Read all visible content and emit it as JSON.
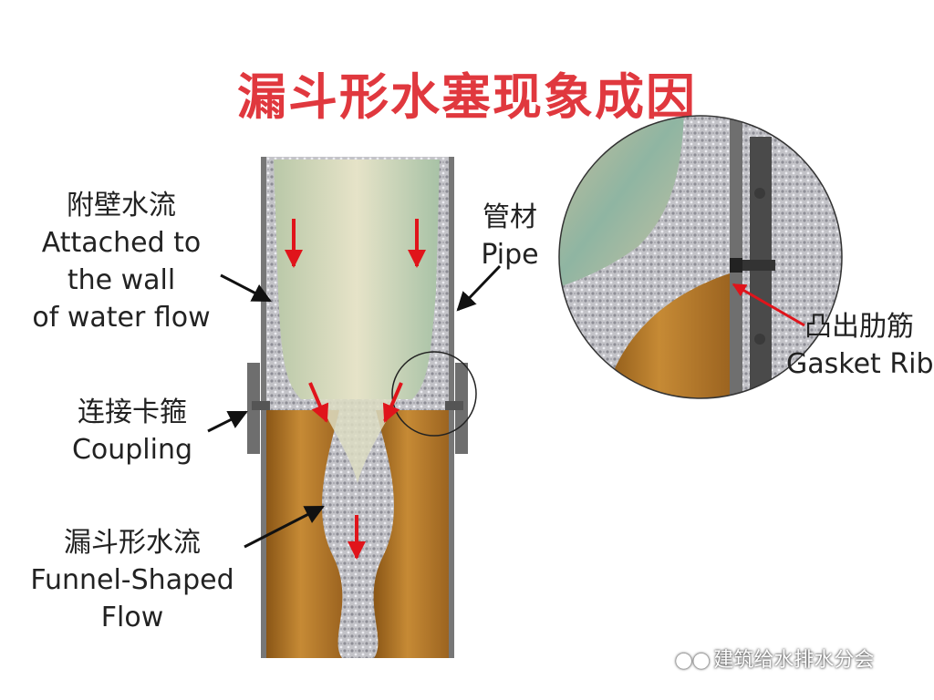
{
  "title": "漏斗形水塞现象成因",
  "labels": {
    "attached": {
      "zh": "附壁水流",
      "en1": "Attached to",
      "en2": "the wall",
      "en3": "of water flow"
    },
    "pipe": {
      "zh": "管材",
      "en": "Pipe"
    },
    "coupling": {
      "zh": "连接卡箍",
      "en": "Coupling"
    },
    "funnel": {
      "zh": "漏斗形水流",
      "en1": "Funnel-Shaped",
      "en2": "Flow"
    },
    "gasket": {
      "zh": "凸出肋筋",
      "en": "Gasket Rib"
    }
  },
  "watermark": "建筑给水排水分会",
  "colors": {
    "title": "#e0383e",
    "arrow": "#e0141b",
    "pipe_wall": "#7a7a7a",
    "water": "#c9d7b5",
    "air_core": "#b8771f"
  }
}
